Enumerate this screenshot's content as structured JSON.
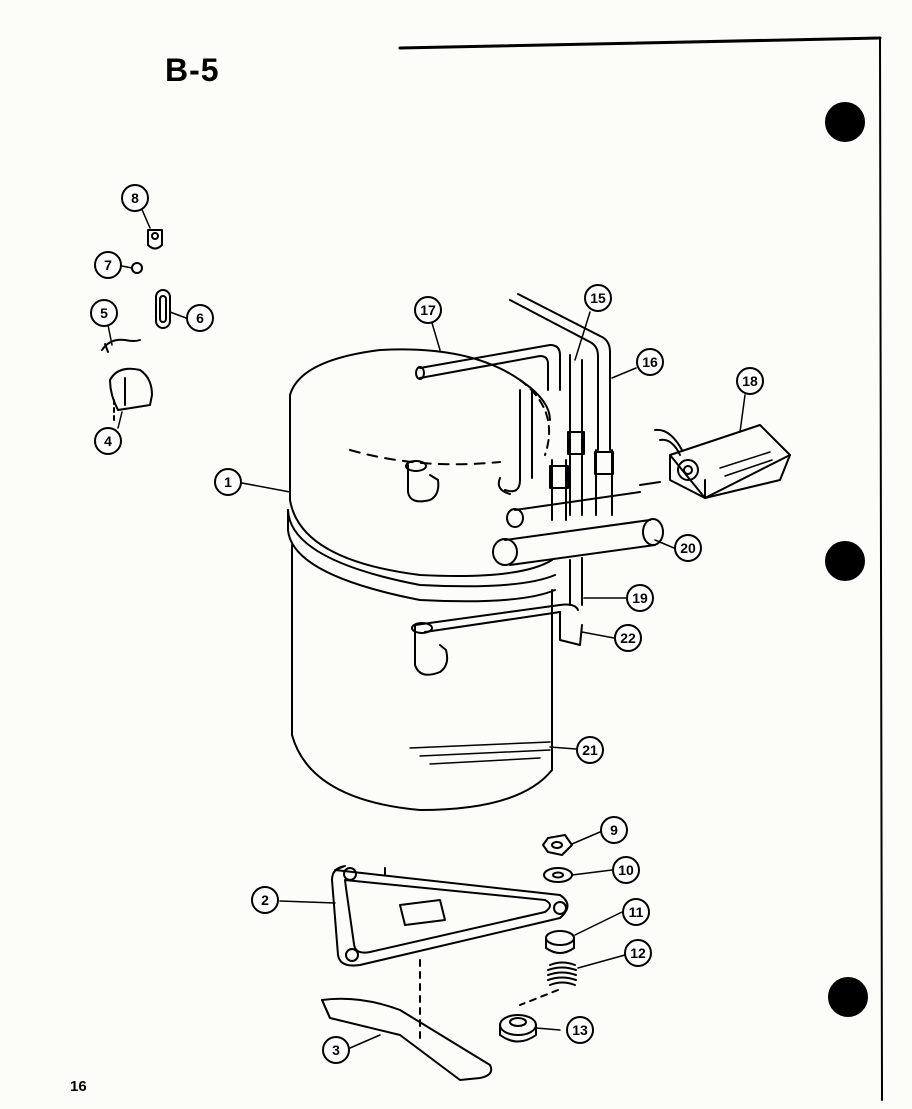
{
  "title": "B-5",
  "page_number": "16",
  "callouts": [
    {
      "id": "c1",
      "label": "1"
    },
    {
      "id": "c2",
      "label": "2"
    },
    {
      "id": "c3",
      "label": "3"
    },
    {
      "id": "c4",
      "label": "4"
    },
    {
      "id": "c5",
      "label": "5"
    },
    {
      "id": "c6",
      "label": "6"
    },
    {
      "id": "c7",
      "label": "7"
    },
    {
      "id": "c8",
      "label": "8"
    },
    {
      "id": "c9",
      "label": "9"
    },
    {
      "id": "c10",
      "label": "10"
    },
    {
      "id": "c11",
      "label": "11"
    },
    {
      "id": "c12",
      "label": "12"
    },
    {
      "id": "c13",
      "label": "13"
    },
    {
      "id": "c15",
      "label": "15"
    },
    {
      "id": "c16",
      "label": "16"
    },
    {
      "id": "c17",
      "label": "17"
    },
    {
      "id": "c18",
      "label": "18"
    },
    {
      "id": "c19",
      "label": "19"
    },
    {
      "id": "c20",
      "label": "20"
    },
    {
      "id": "c21",
      "label": "21"
    },
    {
      "id": "c22",
      "label": "22"
    }
  ]
}
